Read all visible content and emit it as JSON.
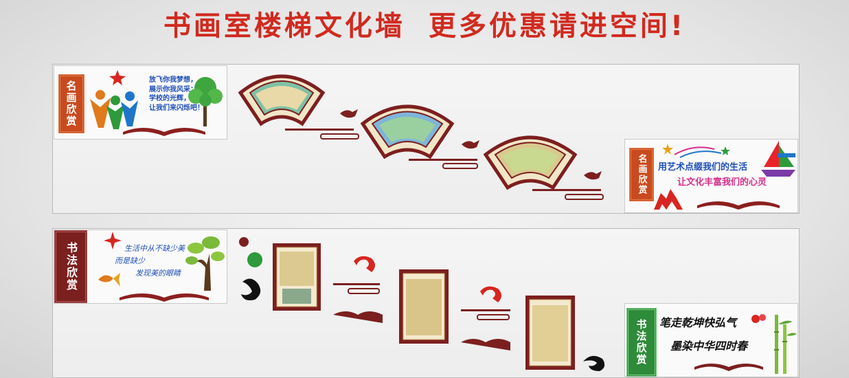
{
  "headline": {
    "part1": "书画室楼梯文化墙",
    "part2": "更多优惠请进空间",
    "exclaim": "!"
  },
  "upper_wall": {
    "left_plaque": {
      "label": "名画欣赏",
      "lines": [
        "放飞你我梦想，",
        "展示你我风采；",
        "学校的光辉，",
        "让我们来闪烁吧！"
      ]
    },
    "right_plaque": {
      "label": "名画欣赏",
      "line1": "用艺术点缀我们的生活",
      "line2": "让文化丰富我们的心灵"
    }
  },
  "lower_wall": {
    "left_plaque": {
      "label": "书法欣赏",
      "line1": "生活中从不缺少美",
      "line2": "而是缺少",
      "line3": "发现美的眼睛"
    },
    "right_plaque": {
      "label": "书法欣赏",
      "line1": "笔走乾坤快弘气",
      "line2": "墨染中华四时春"
    }
  },
  "colors": {
    "headline_red": "#d12a1f",
    "frame_maroon": "#7c1f1f",
    "label_orange": "#c94a1e",
    "label_green": "#2e8b3a",
    "slogan_blue": "#1f4fb8",
    "slogan_pink": "#d62e8c"
  }
}
